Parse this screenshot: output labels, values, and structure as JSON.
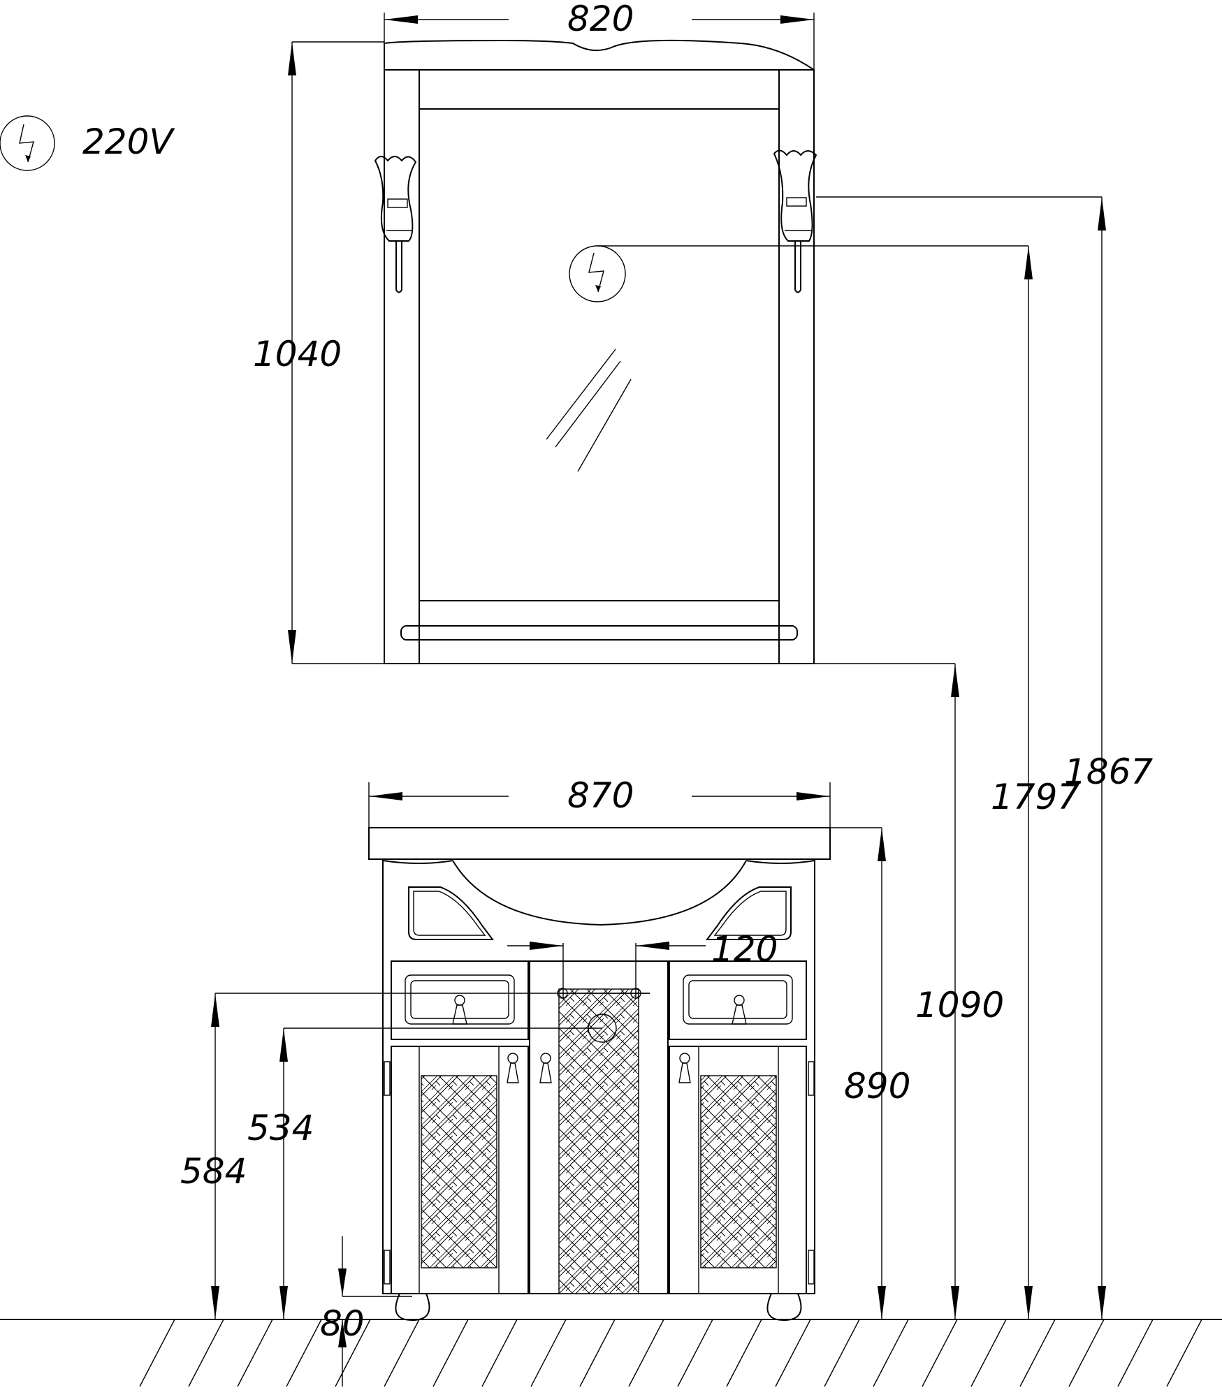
{
  "power_label": "220V",
  "power_icon": "electric-outlet-icon",
  "dimensions": {
    "mirror_width": "820",
    "mirror_height": "1040",
    "cabinet_width": "870",
    "sink_offset": "120",
    "cabinet_height": "890",
    "mirror_bottom_height": "1090",
    "outlet_height": "1797",
    "lamp_height": "1867",
    "drain_height": "534",
    "pipe_height": "584",
    "leg_height": "80"
  }
}
